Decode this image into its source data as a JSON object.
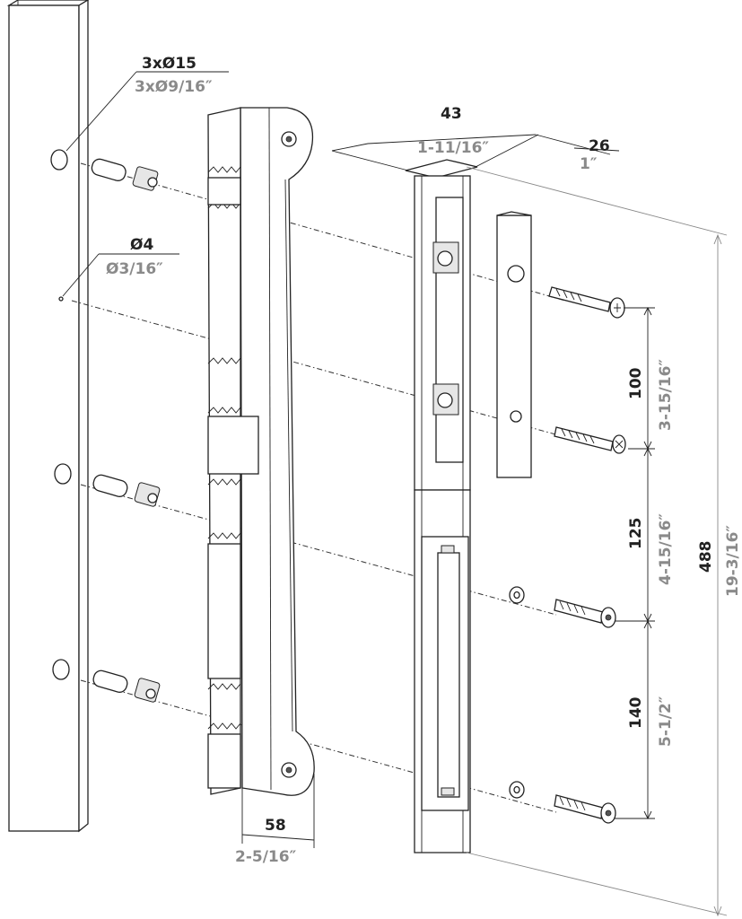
{
  "labels": {
    "holes_mm": "3xØ15",
    "holes_in": "3xØ9/16″",
    "pin_mm": "Ø4",
    "pin_in": "Ø3/16″",
    "width_mm": "43",
    "width_in": "1-11/16″",
    "depth_mm": "26",
    "depth_in": "1″",
    "bracket_mm": "58",
    "bracket_in": "2-5/16″",
    "d1_mm": "100",
    "d1_in": "3-15/16″",
    "d2_mm": "125",
    "d2_in": "4-15/16″",
    "d3_mm": "140",
    "d3_in": "5-1/2″",
    "total_mm": "488",
    "total_in": "19-3/16″"
  },
  "colors": {
    "line": "#222222",
    "imperial": "#8a8a8a"
  }
}
